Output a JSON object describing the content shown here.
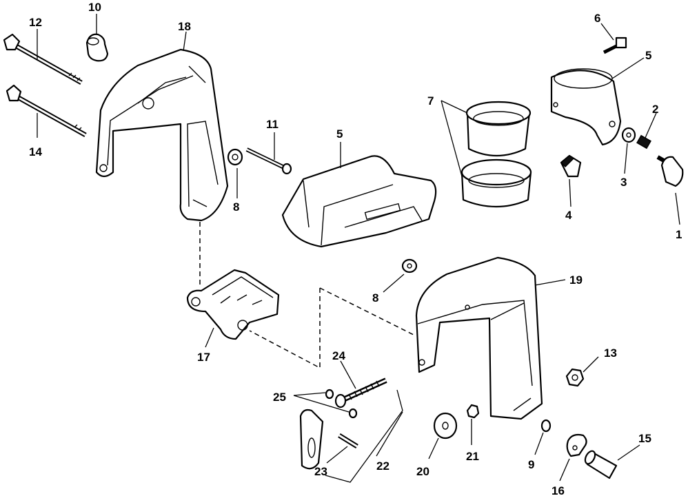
{
  "callouts": [
    {
      "id": "c1",
      "text": "1"
    },
    {
      "id": "c2",
      "text": "2"
    },
    {
      "id": "c3",
      "text": "3"
    },
    {
      "id": "c4",
      "text": "4"
    },
    {
      "id": "c5a",
      "text": "5"
    },
    {
      "id": "c5b",
      "text": "5"
    },
    {
      "id": "c6",
      "text": "6"
    },
    {
      "id": "c7",
      "text": "7"
    },
    {
      "id": "c8a",
      "text": "8"
    },
    {
      "id": "c8b",
      "text": "8"
    },
    {
      "id": "c9",
      "text": "9"
    },
    {
      "id": "c10",
      "text": "10"
    },
    {
      "id": "c11",
      "text": "11"
    },
    {
      "id": "c12",
      "text": "12"
    },
    {
      "id": "c13",
      "text": "13"
    },
    {
      "id": "c14",
      "text": "14"
    },
    {
      "id": "c15",
      "text": "15"
    },
    {
      "id": "c16",
      "text": "16"
    },
    {
      "id": "c17",
      "text": "17"
    },
    {
      "id": "c18",
      "text": "18"
    },
    {
      "id": "c19",
      "text": "19"
    },
    {
      "id": "c20",
      "text": "20"
    },
    {
      "id": "c21",
      "text": "21"
    },
    {
      "id": "c22",
      "text": "22"
    },
    {
      "id": "c23",
      "text": "23"
    },
    {
      "id": "c24",
      "text": "24"
    },
    {
      "id": "c25",
      "text": "25"
    }
  ]
}
